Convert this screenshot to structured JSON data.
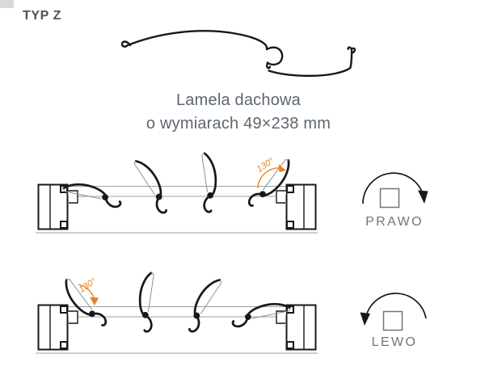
{
  "page": {
    "title": "TYP Z"
  },
  "profile": {
    "caption_line1": "Lamela dachowa",
    "caption_line2": "o wymiarach 49×238 mm"
  },
  "diagrams": {
    "right": {
      "angle_label": "130°",
      "direction_label": "PRAWO"
    },
    "left": {
      "angle_label": "130°",
      "direction_label": "LEWO"
    }
  },
  "colors": {
    "accent_orange": "#E8841C",
    "line_black": "#17181A",
    "rail_gray": "#9AA0A6",
    "title_color": "#4B525B",
    "caption_color": "#5C6670",
    "direction_label_color": "#6E7680"
  }
}
